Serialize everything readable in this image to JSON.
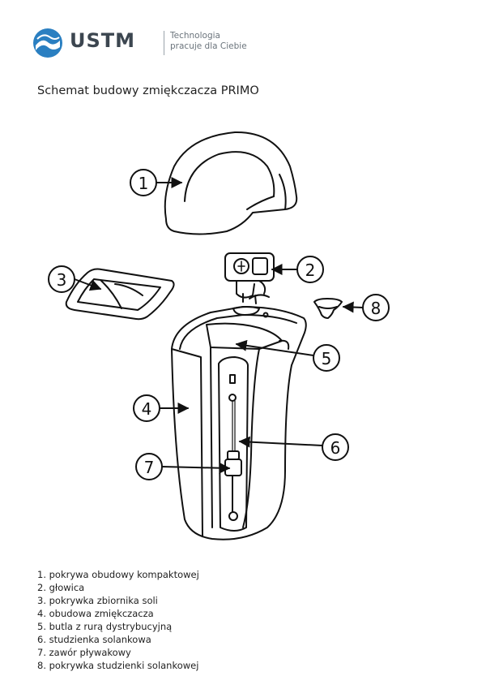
{
  "header": {
    "brand": "USTM",
    "tagline_line1": "Technologia",
    "tagline_line2": "pracuje dla Ciebie",
    "brand_color": "#2a7fc1"
  },
  "title": "Schemat budowy zmiękczacza PRIMO",
  "callouts": [
    "1",
    "2",
    "3",
    "4",
    "5",
    "6",
    "7",
    "8"
  ],
  "legend": [
    "1. pokrywa obudowy kompaktowej",
    "2. głowica",
    "3. pokrywka zbiornika soli",
    "4. obudowa zmiękczacza",
    "5. butla z rurą dystrybucyjną",
    "6. studzienka solankowa",
    "7. zawór pływakowy",
    "8. pokrywka studzienki solankowej"
  ]
}
